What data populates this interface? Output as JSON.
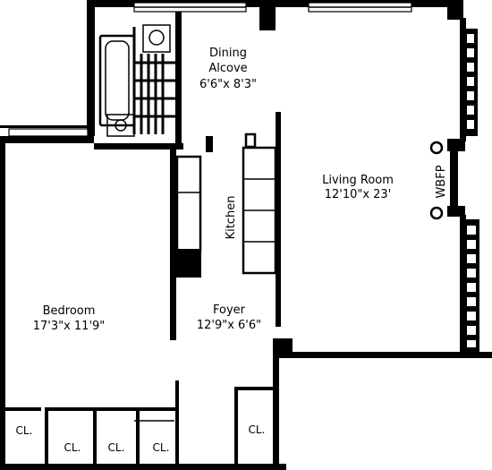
{
  "rooms": {
    "dining": {
      "name": "Dining",
      "name2": "Alcove",
      "dims": "6'6\"x 8'3\""
    },
    "living": {
      "name": "Living Room",
      "dims": "12'10\"x 23'"
    },
    "kitchen": {
      "name": "Kitchen"
    },
    "fireplace": {
      "name": "WBFP"
    },
    "bedroom": {
      "name": "Bedroom",
      "dims": "17'3\"x 11'9\""
    },
    "foyer": {
      "name": "Foyer",
      "dims": "12'9\"x 6'6\""
    },
    "closets": [
      "CL.",
      "CL.",
      "CL.",
      "CL.",
      "CL."
    ]
  }
}
